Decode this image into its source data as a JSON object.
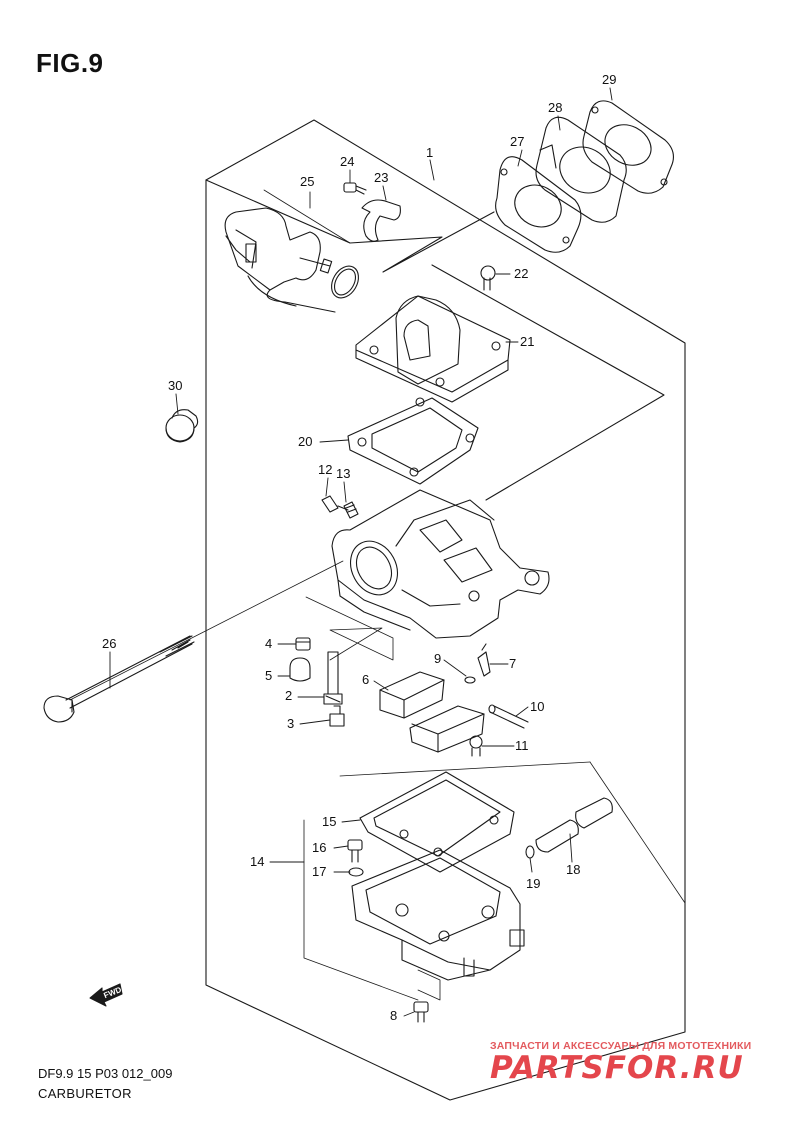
{
  "figure": {
    "title": "FIG.9",
    "code": "DF9.9 15 P03 012_009",
    "caption": "CARBURETOR",
    "direction_marker": "FWD"
  },
  "callouts": [
    "1",
    "2",
    "3",
    "4",
    "5",
    "6",
    "7",
    "8",
    "9",
    "10",
    "11",
    "12",
    "13",
    "14",
    "15",
    "16",
    "17",
    "18",
    "19",
    "20",
    "21",
    "22",
    "23",
    "24",
    "25",
    "26",
    "27",
    "28",
    "29",
    "30"
  ],
  "watermark": {
    "tagline": "ЗАПЧАСТИ И АКСЕССУАРЫ ДЛЯ МОТОТЕХНИКИ",
    "logo_text": "PARTSFOR.RU",
    "color": "#e4464c"
  },
  "colors": {
    "line": "#1a1a1a",
    "background": "#ffffff"
  }
}
